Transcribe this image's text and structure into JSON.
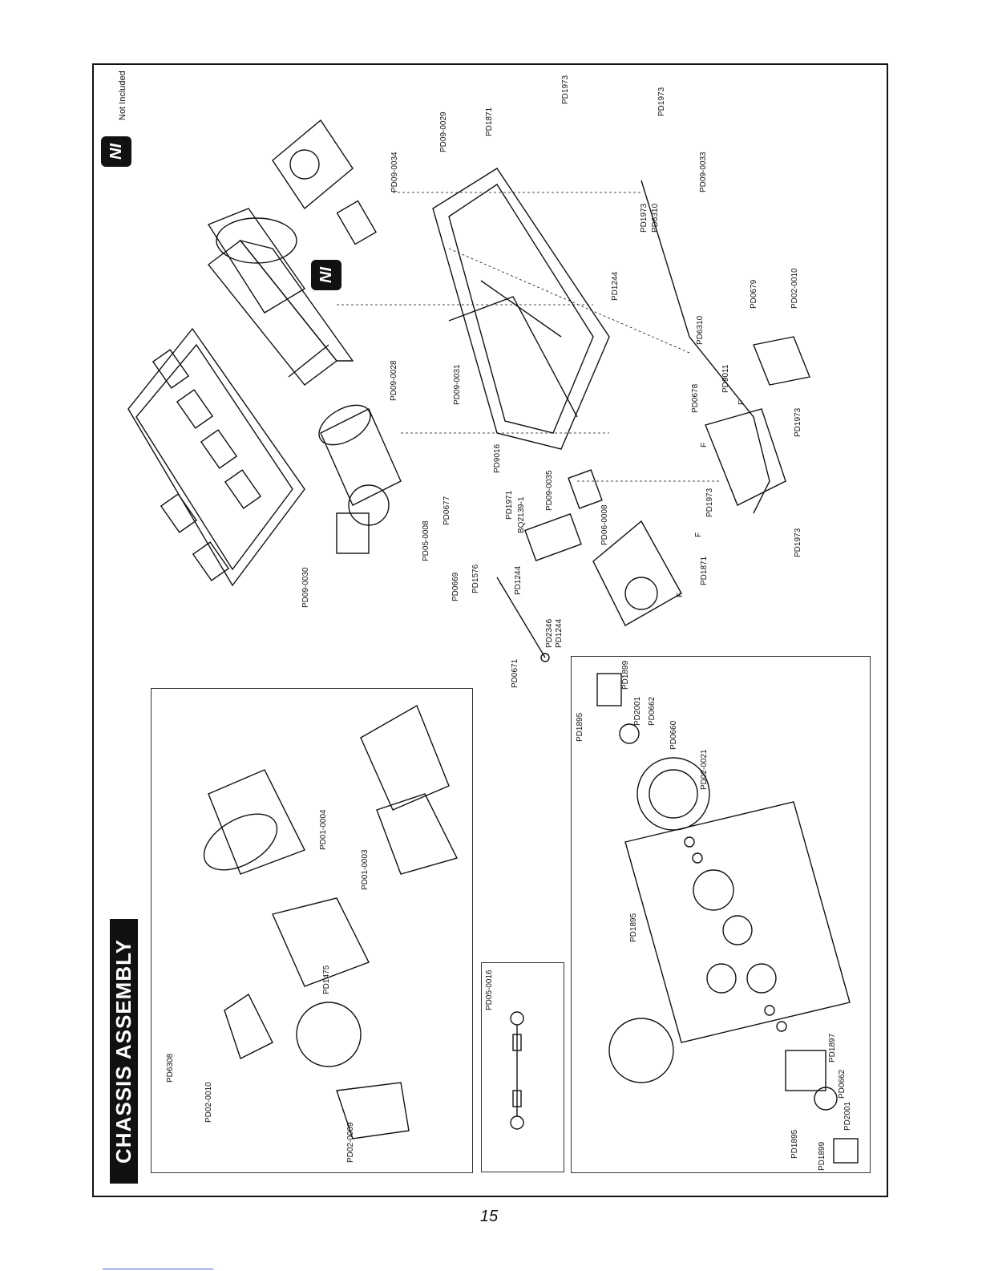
{
  "header": {
    "title": "CHASSIS ASSEMBLY",
    "legend_badge": "NI",
    "legend_text": "Not Included",
    "page_number": "15"
  },
  "main_labels": [
    "PD09-0029",
    "PD09-0034",
    "PD1871",
    "PD1973",
    "PD1973",
    "PD09-0033",
    "PD1973",
    "PD6310",
    "PD1244",
    "PD0679",
    "PD02-0010",
    "PD6310",
    "PD9011",
    "PD0678",
    "PD1973",
    "PD1973",
    "PD1973",
    "PD1871",
    "PD09-0028",
    "PD09-0031",
    "PD9016",
    "PD09-0035",
    "PD06-0008",
    "BQ2139-1",
    "PD1971",
    "PD0677",
    "PD05-0008",
    "PD0669",
    "PD1576",
    "PD1244",
    "PD2346",
    "PD1244",
    "PD0671",
    "PD09-0030"
  ],
  "badges": {
    "battery_badge": "NI"
  },
  "arrow_marks": [
    "F",
    "F",
    "F",
    "F"
  ],
  "motor_box": {
    "labels": [
      "PD6308",
      "PD02-0010",
      "PD02-0009",
      "PD1475",
      "PD01-0003",
      "PD01-0004"
    ]
  },
  "link_box": {
    "labels": [
      "PD05-0016"
    ]
  },
  "diff_box": {
    "labels": [
      "PD1899",
      "PD1895",
      "PD2001",
      "PD0662",
      "PD0660",
      "PD02-0021",
      "PD1895",
      "PD1897",
      "PD0662",
      "PD2001",
      "PD1895",
      "PD1899"
    ]
  }
}
